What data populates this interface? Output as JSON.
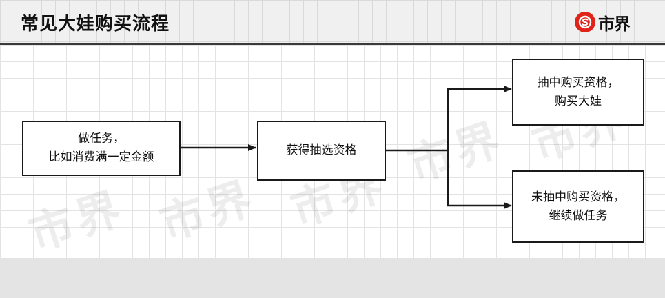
{
  "header": {
    "title": "常见大娃购买流程",
    "logo_text": "市界",
    "logo_icon": "dollar-s-icon",
    "logo_color": "#e2231a"
  },
  "watermark": {
    "text": "市界"
  },
  "nodes": [
    {
      "id": "task",
      "lines": [
        "做任务，",
        "比如消费满一定金额"
      ]
    },
    {
      "id": "qualify",
      "lines": [
        "获得抽选资格"
      ]
    },
    {
      "id": "win",
      "lines": [
        "抽中购买资格，",
        "购买大娃"
      ]
    },
    {
      "id": "lose",
      "lines": [
        "未抽中购买资格，",
        "继续做任务"
      ]
    }
  ],
  "edges": [
    {
      "from": "task",
      "to": "qualify"
    },
    {
      "from": "qualify",
      "to": "win"
    },
    {
      "from": "qualify",
      "to": "lose"
    }
  ]
}
